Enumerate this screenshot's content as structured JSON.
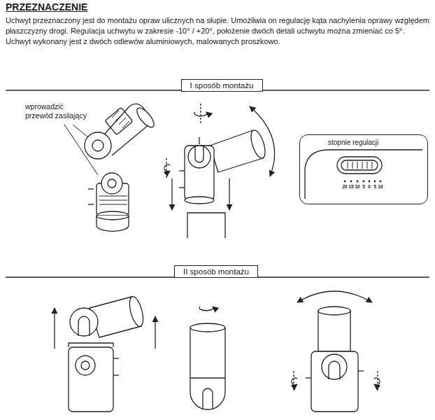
{
  "diagram": {
    "title": "PRZEZNACZENIE",
    "nodes": [
      {
        "text": [
          "I sposób montażu"
        ]
      },
      {
        "text": [
          "stopnie regulacji"
        ]
      },
      {
        "text": [
          "II sposób montażu"
        ]
      }
    ],
    "labels": [
      "Uchwyt przeznaczony jest do montażu opraw ulicznych na słupie. Umożliwia on regulację kąta nachylenia oprawy względem płaszczyzny drogi. Regulacja uchwytu w zakresie -10° / +20°, położenie dwóch detali uchwytu można zmieniać co 5°. Uchwyt wykonany jest z dwóch odlewów aluminiowych, malowanych proszkowo.",
      "wprowadzić przewód zasilający",
      "20",
      "15",
      "10",
      "5",
      "0",
      "5",
      "10"
    ]
  }
}
